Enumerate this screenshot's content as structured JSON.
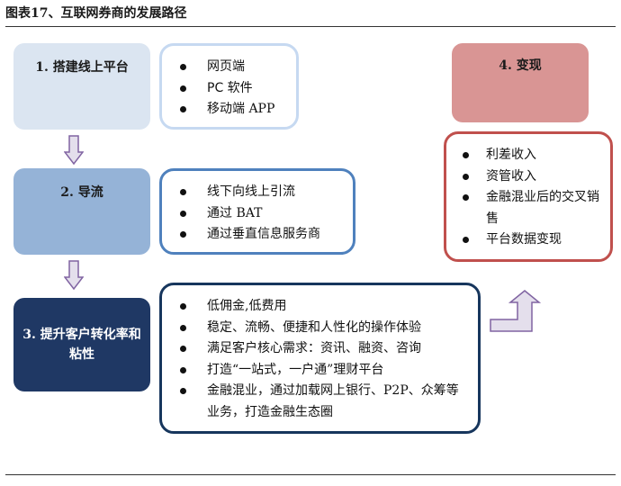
{
  "title": "图表17、互联网券商的发展路径",
  "steps": [
    {
      "label": "1. 搭建线上平台",
      "items": [
        "网页端",
        "PC 软件",
        "移动端 APP"
      ]
    },
    {
      "label": "2. 导流",
      "items": [
        "线下向线上引流",
        "通过 BAT",
        "通过垂直信息服务商"
      ]
    },
    {
      "label": "3. 提升客户转化率和粘性",
      "items": [
        "低佣金,低费用",
        "稳定、流畅、便捷和人性化的操作体验",
        "满足客户核心需求：资讯、融资、咨询",
        "打造“一站式，一户通”理财平台",
        "金融混业，通过加载网上银行、P2P、众筹等业务，打造金融生态圈"
      ]
    },
    {
      "label": "4. 变现",
      "items": [
        "利差收入",
        "资管收入",
        "金融混业后的交叉销售",
        "平台数据变现"
      ]
    }
  ],
  "colors": {
    "step1": "#dbe5f1",
    "step2": "#95b3d7",
    "step3": "#1f3864",
    "step4": "#d99594",
    "border1": "#c6d9f1",
    "border2": "#4f81bd",
    "border3": "#17365d",
    "border4": "#c0504d",
    "arrow_fill": "#e4dfec",
    "arrow_stroke": "#8064a2"
  }
}
